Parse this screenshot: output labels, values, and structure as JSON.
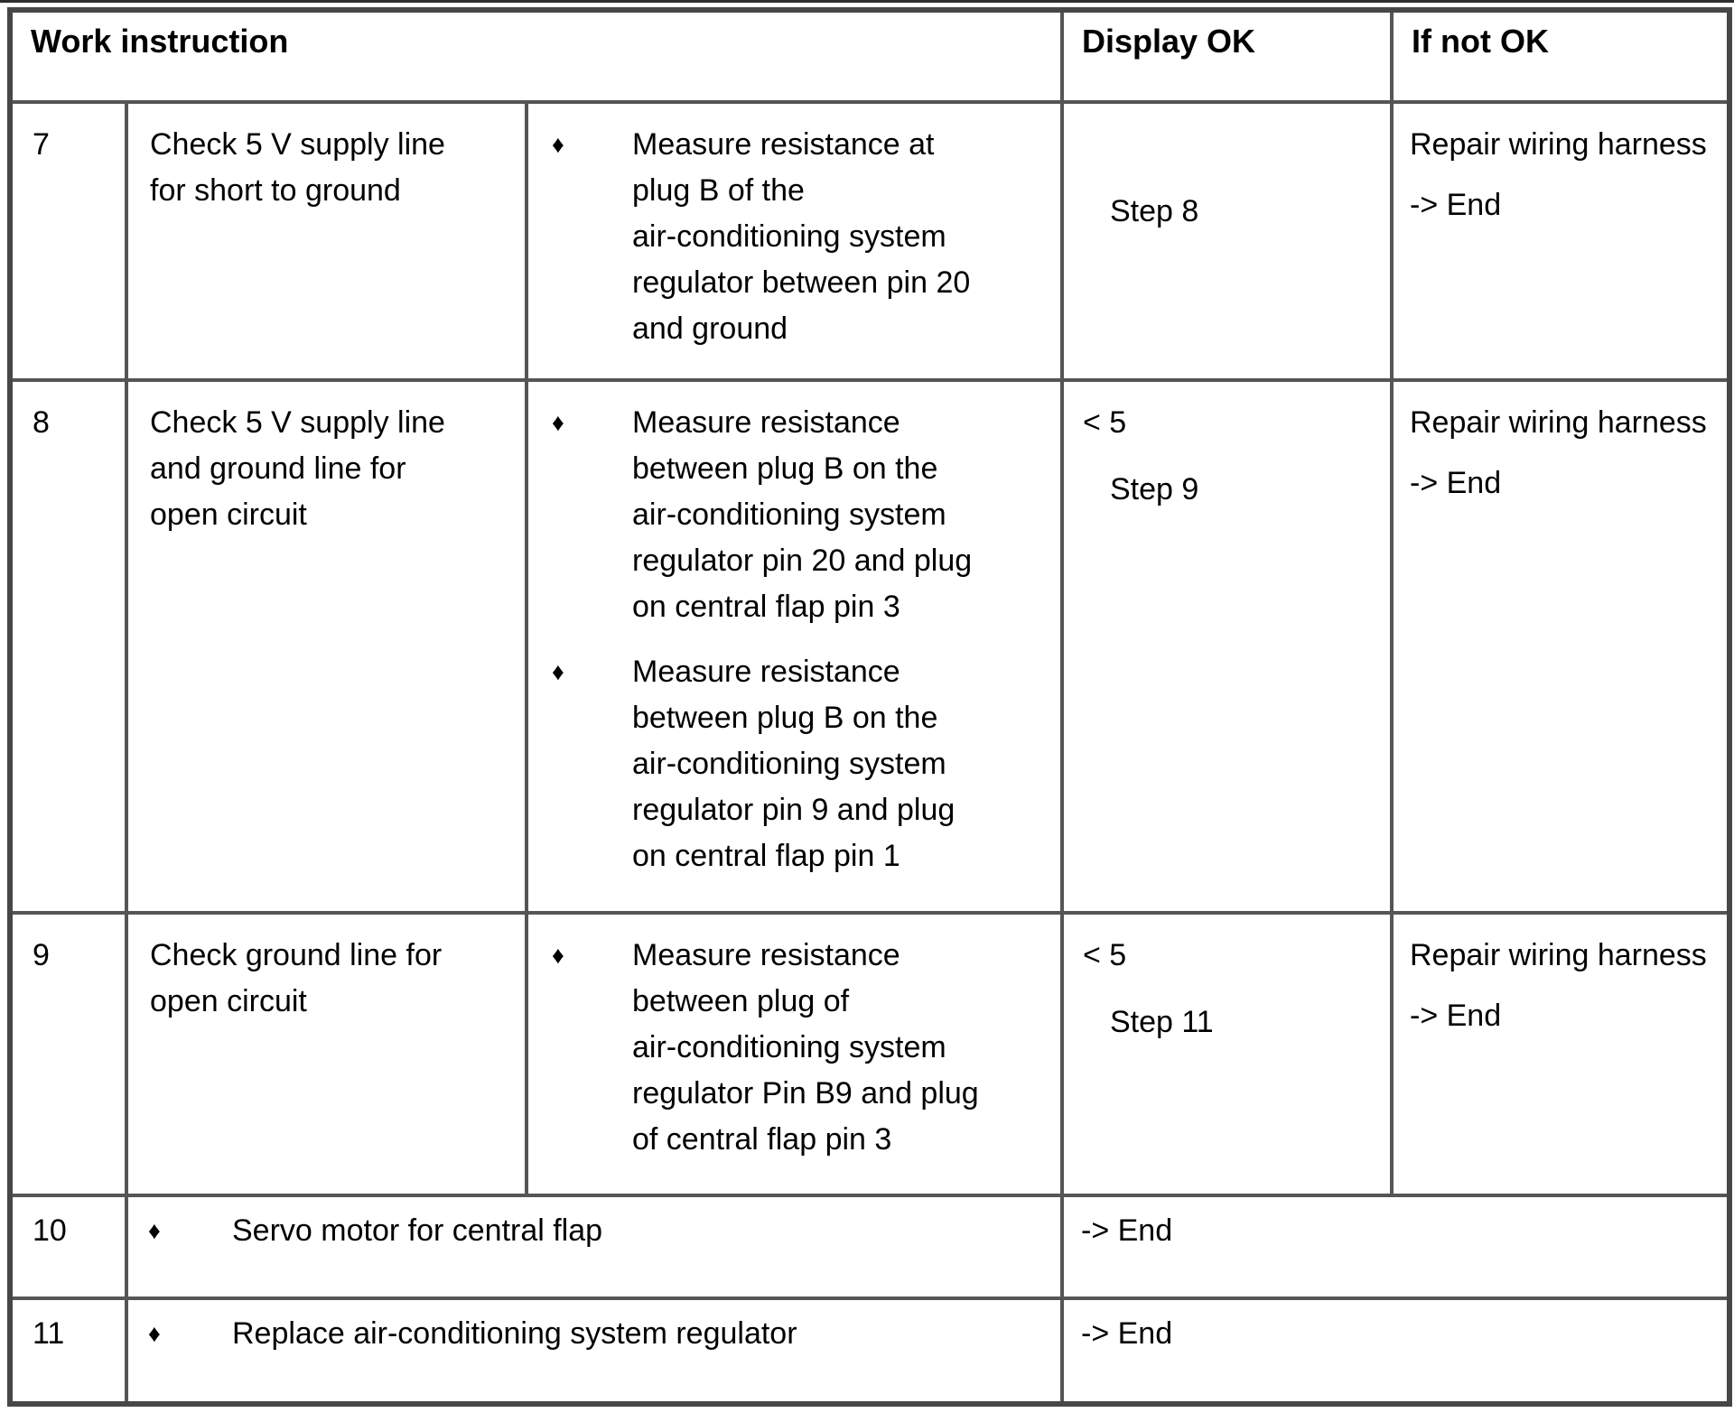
{
  "colors": {
    "page_bg": "#ffffff",
    "top_edge_line": "#2e2e2e",
    "border_outer": "#474747",
    "border_inner": "#555555",
    "text": "#000000"
  },
  "bullet_glyph": "♦",
  "header": {
    "work_instruction": "Work instruction",
    "display_ok": "Display OK",
    "if_not_ok": "If not OK"
  },
  "rows": [
    {
      "num": "7",
      "desc": "Check 5 V supply line for short to ground",
      "bullets": [
        "Measure resistance at plug B of the air‑conditioning system regulator between pin 20 and ground"
      ],
      "display_ok": {
        "value": "",
        "step": "Step 8"
      },
      "if_not_ok": {
        "action": "Repair wiring harness",
        "end": "-> End"
      }
    },
    {
      "num": "8",
      "desc": "Check 5 V supply line and ground line for open circuit",
      "bullets": [
        "Measure resistance between plug B on the air‑conditioning system regulator pin 20 and plug on central flap pin 3",
        "Measure resistance between plug B on the air‑conditioning system regulator pin 9 and plug on central flap pin 1"
      ],
      "display_ok": {
        "value": "< 5",
        "step": "Step 9"
      },
      "if_not_ok": {
        "action": "Repair wiring harness",
        "end": "-> End"
      }
    },
    {
      "num": "9",
      "desc": "Check ground line for open circuit",
      "bullets": [
        "Measure resistance between plug of air‑conditioning system regulator Pin B9 and plug of central flap pin 3"
      ],
      "display_ok": {
        "value": "< 5",
        "step": "Step 11"
      },
      "if_not_ok": {
        "action": "Repair wiring harness",
        "end": "-> End"
      }
    },
    {
      "num": "10",
      "action": "Servo motor for central flap",
      "result": "-> End"
    },
    {
      "num": "11",
      "action": "Replace air-conditioning system regulator",
      "result": "-> End"
    }
  ]
}
